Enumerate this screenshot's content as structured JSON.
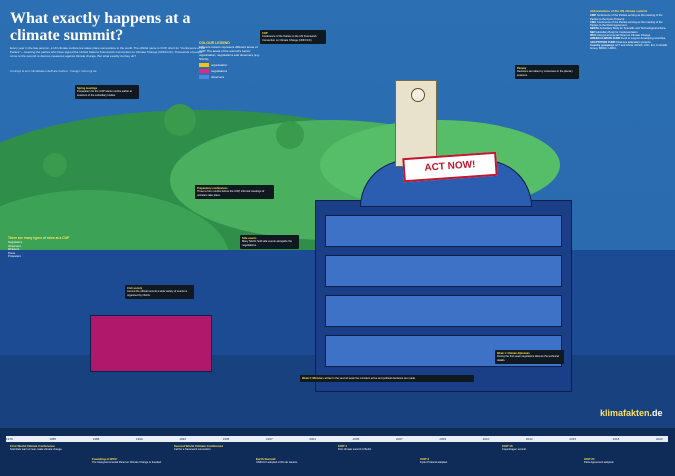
{
  "title": "What exactly happens at a climate summit?",
  "intro": "Every year in the late autumn, a UN climate conference takes place somewhere in the world. The official name is COP, short for \"Conference of the Parties\" – meaning the parties who have signed the United Nations Framework Convention on Climate Change (UNFCCC). Thousands of people come to the summit to discuss measures against climate change. But what exactly do they do?",
  "credits": "Concept & text: klimafakten.de/Kate Gerber · Design: tobi-mgr.de",
  "legend": {
    "title": "COLOUR LEGEND",
    "text": "Different colours represent different areas of COP. The areas of the summit's topics: organisation, negotiations and observers (e.g. NGOs).",
    "items": [
      "organisation",
      "negotiations",
      "observers"
    ],
    "colors": [
      "#f0c419",
      "#e0297f",
      "#4a8ad8"
    ]
  },
  "act_now": "ACT NOW!",
  "notes": [
    {
      "head": "COP",
      "text": "Conference of the Parties to the UN Framework Convention on Climate Change (UNFCCC)."
    },
    {
      "head": "Spring meetings",
      "text": "Preparation for the COP starts months earlier at sessions of the subsidiary bodies."
    },
    {
      "head": "Preparatory conferences",
      "text": "Three to four months before the COP, informal meetings of ministers take place."
    },
    {
      "head": "Civil society",
      "text": "Around the official summit a wide variety of events is organised by NGOs."
    },
    {
      "head": "Side events",
      "text": "Many NGOs hold side events alongside the negotiations."
    },
    {
      "head": "Plenary",
      "text": "Decisions are taken by consensus in the plenary sessions."
    },
    {
      "head": "Week 1: Climate diplomats",
      "text": "During the first week negotiators discuss the technical details."
    },
    {
      "head": "Week 2: Ministers arrive",
      "text": "In the second week the ministers arrive and political decisions are made."
    }
  ],
  "right_col": {
    "heading": "Abbreviations of the UN climate summit",
    "entries": [
      {
        "term": "CMP",
        "def": "Conference of the Parties serving as the meeting of the Parties to the Kyoto Protocol."
      },
      {
        "term": "CMA",
        "def": "Conference of the Parties serving as the meeting of the Parties to the Paris Agreement."
      },
      {
        "term": "SBSTA",
        "def": "Subsidiary Body for Scientific and Technological Advice."
      },
      {
        "term": "SBI",
        "def": "Subsidiary Body for Implementation."
      },
      {
        "term": "IPCC",
        "def": "Intergovernmental Panel on Climate Change."
      },
      {
        "term": "GREEN CLIMATE FUND",
        "def": "Fund to support developing countries."
      },
      {
        "term": "ADAPTATION FUND",
        "def": "Finances adaptation projects."
      },
      {
        "term": "Country groupings",
        "def": "G77 and China, AOSIS, LDC, EU, Umbrella Group, BASIC, LMDC."
      }
    ]
  },
  "left_col": {
    "heading": "There are many types of roles at a COP",
    "entries": [
      "Negotiators",
      "Observers",
      "Ministers",
      "Press",
      "Protesters"
    ]
  },
  "logo": {
    "main": "klima",
    "accent": "fakten",
    "suffix": ".de"
  },
  "timeline": {
    "years": [
      "1979",
      "1985",
      "1988",
      "1990",
      "1992",
      "1995",
      "1997",
      "2001",
      "2005",
      "2007",
      "2009",
      "2010",
      "2012",
      "2015",
      "2018",
      "2020"
    ],
    "events": [
      {
        "title": "First World Climate Conference",
        "text": "Scientists warn of man-made climate change."
      },
      {
        "title": "Founding of IPCC",
        "text": "The Intergovernmental Panel on Climate Change is founded."
      },
      {
        "title": "Second World Climate Conference",
        "text": "Call for a framework convention."
      },
      {
        "title": "Earth Summit",
        "text": "UNFCCC adopted in Rio de Janeiro."
      },
      {
        "title": "COP 1",
        "text": "First climate summit in Berlin."
      },
      {
        "title": "COP 3",
        "text": "Kyoto Protocol adopted."
      },
      {
        "title": "COP 15",
        "text": "Copenhagen summit."
      },
      {
        "title": "COP 21",
        "text": "Paris Agreement adopted."
      }
    ]
  }
}
